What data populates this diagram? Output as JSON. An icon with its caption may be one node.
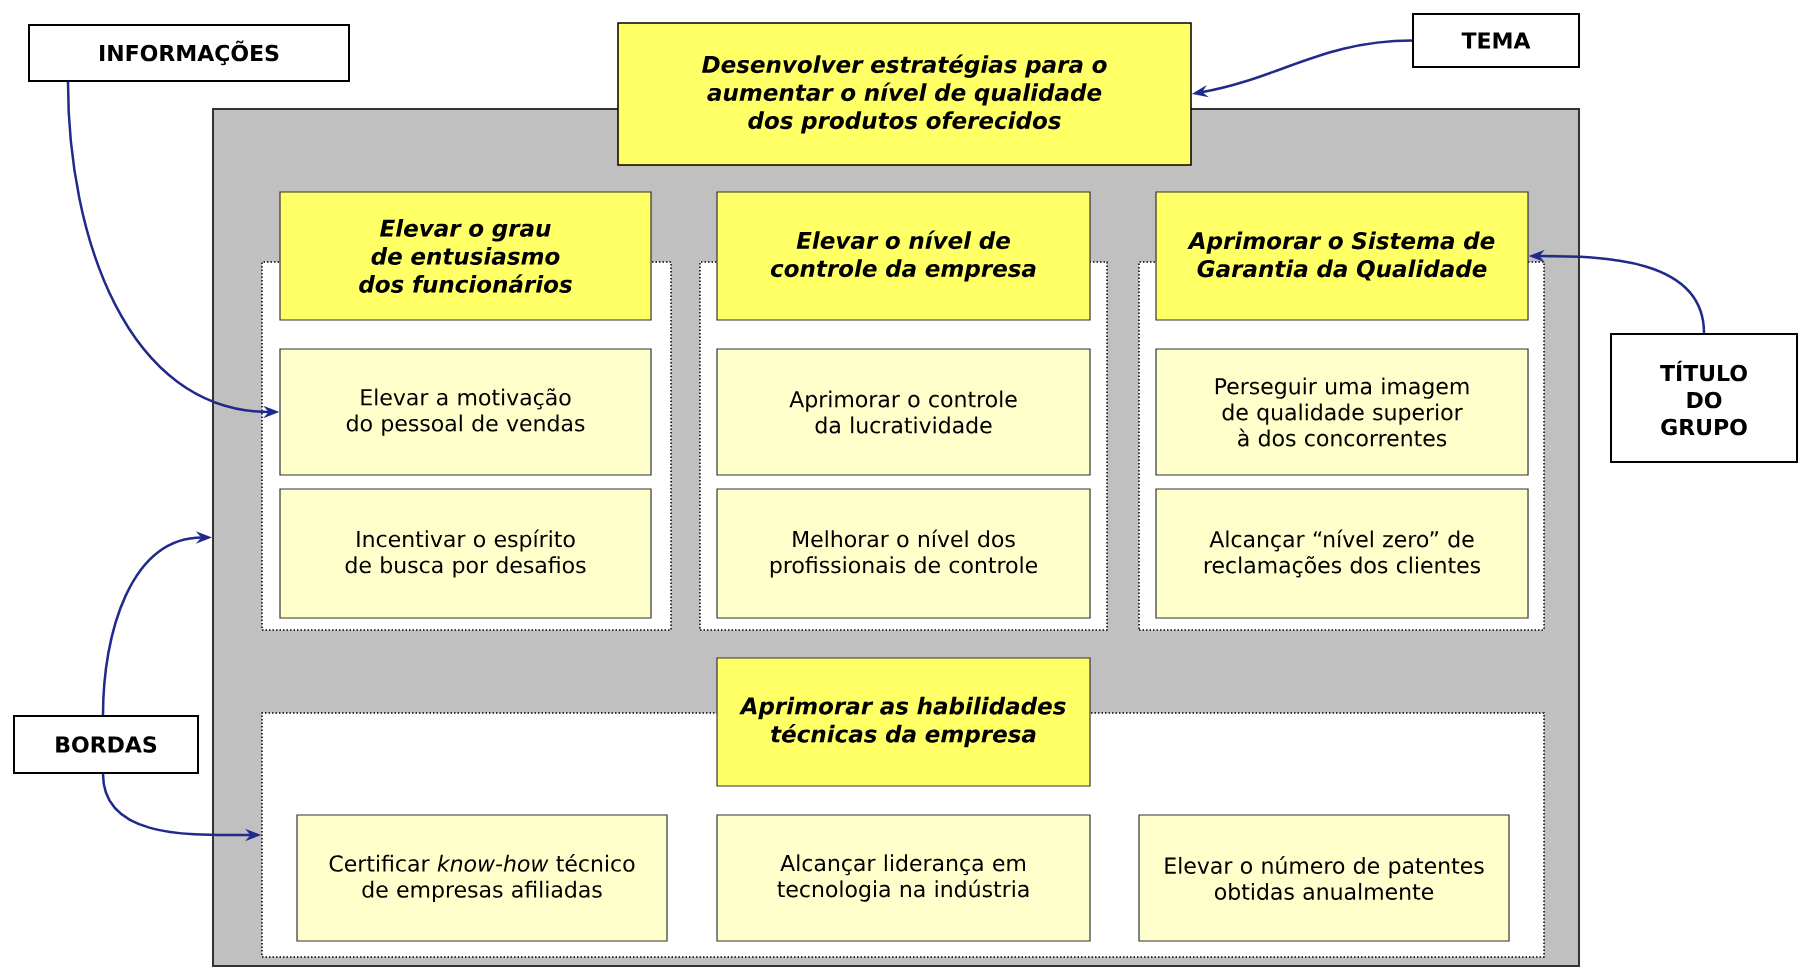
{
  "diagram": {
    "nodes": [
      {
        "text": [
          "INFORMAÇÕES"
        ]
      },
      {
        "text": [
          "TEMA"
        ]
      },
      {
        "text": [
          "Desenvolver estratégias para o aumentar o nível de qualidade dos produtos oferecidos"
        ]
      },
      {
        "text": [],
        "shape": "box"
      },
      {
        "text": [],
        "shape": "box",
        "in": 3
      },
      {
        "text": [
          "Elevar o grau de entusiasmo dos funcionários"
        ],
        "in": 3
      },
      {
        "text": [
          "Elevar a motivação do pessoal de vendas"
        ],
        "in": 4
      },
      {
        "text": [
          "Incentivar o espírito de busca por desafios"
        ],
        "in": 4
      },
      {
        "text": [],
        "shape": "box",
        "in": 3
      },
      {
        "text": [
          "Elevar o nível de controle da empresa"
        ],
        "in": 3
      },
      {
        "text": [
          "Aprimorar o controle da lucratividade"
        ],
        "in": 8
      },
      {
        "text": [
          "Melhorar o nível dos profissionais de controle"
        ],
        "in": 8
      },
      {
        "text": [],
        "shape": "box",
        "in": 3
      },
      {
        "text": [
          "Aprimorar o Sistema de Garantia da Qualidade"
        ],
        "in": 3
      },
      {
        "text": [
          "Perseguir uma imagem de qualidade superior à dos concorrentes"
        ],
        "in": 12
      },
      {
        "text": [
          "Alcançar “nível zero” de reclamações dos clientes"
        ],
        "in": 12
      },
      {
        "text": [
          "TÍTULO DO GRUPO"
        ]
      },
      {
        "text": [],
        "shape": "box",
        "in": 3
      },
      {
        "text": [
          "Aprimorar as habilidades técnicas da empresa"
        ],
        "in": 3
      },
      {
        "text": [
          "Certificar *know-how* técnico de empresas afiliadas"
        ],
        "in": 17
      },
      {
        "text": [
          "Alcançar liderança em tecnologia na indústria"
        ],
        "in": 17
      },
      {
        "text": [
          "Elevar o número de patentes obtidas anualmente"
        ],
        "in": 17
      },
      {
        "text": [
          "BORDAS"
        ]
      }
    ],
    "edges": [
      {
        "from": 0,
        "to": 6,
        "arrow": "to"
      },
      {
        "from": 1,
        "to": 2,
        "arrow": "to"
      },
      {
        "from": 16,
        "to": 13,
        "arrow": "to"
      },
      {
        "from": 22,
        "to": 3,
        "arrow": "to"
      },
      {
        "from": 22,
        "to": 17,
        "arrow": "to"
      }
    ]
  }
}
